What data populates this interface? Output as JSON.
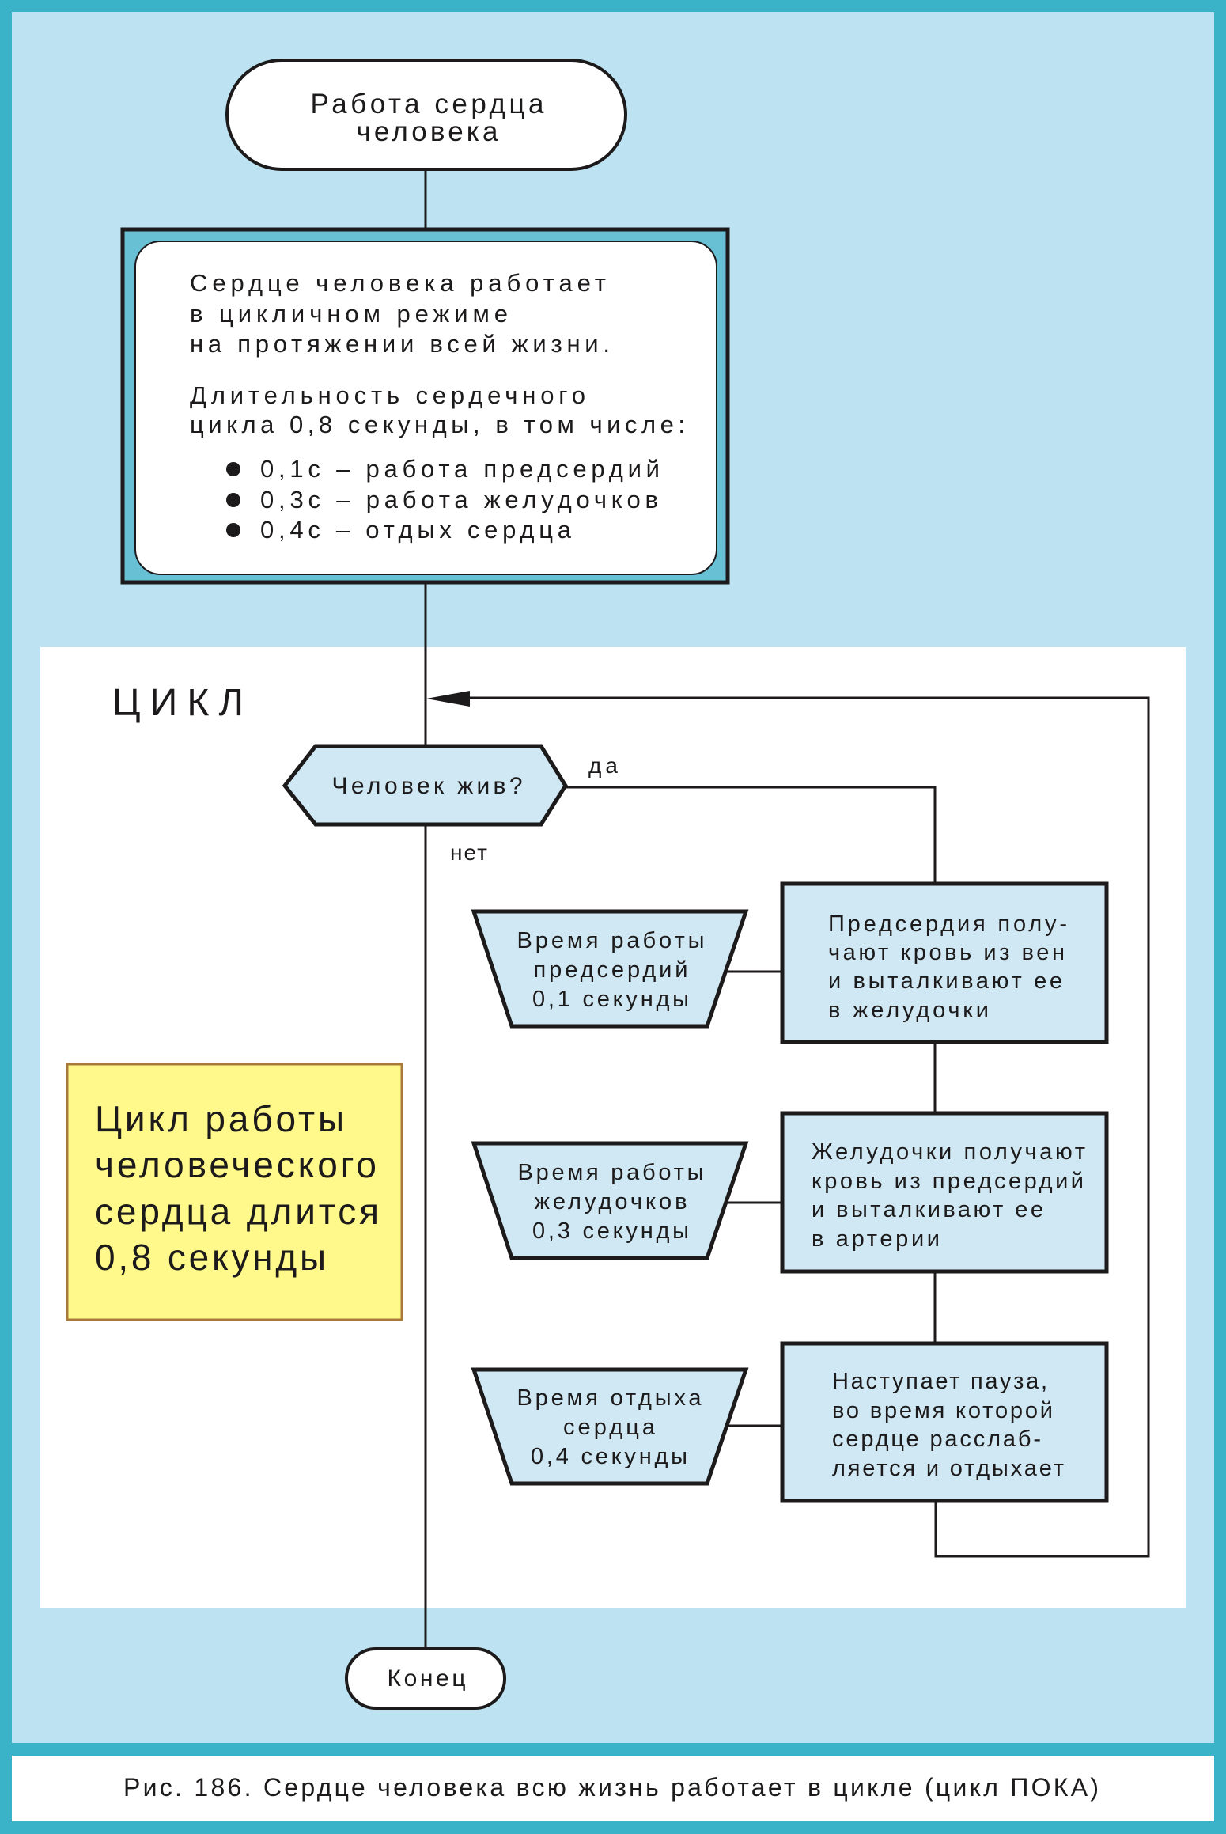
{
  "colors": {
    "frame": "#3ab3c8",
    "background": "#bde2f1",
    "loop_area": "#ffffff",
    "shape_fill": "#cfe8f4",
    "process_band": "#68c0d5",
    "note_fill": "#fff98c",
    "note_border": "#a87a3a",
    "ink": "#1c1a1a"
  },
  "start": {
    "lines": [
      "Работа сердца",
      "человека"
    ]
  },
  "intro": {
    "paragraph1": [
      "Сердце человека работает",
      "в цикличном режиме",
      "на протяжении всей жизни."
    ],
    "paragraph2": [
      "Длительность сердечного",
      "цикла 0,8 секунды, в том числе:"
    ],
    "bullets": [
      "0,1с – работа предсердий",
      "0,3с – работа желудочков",
      "0,4с – отдых сердца"
    ]
  },
  "loop": {
    "label": "ЦИКЛ",
    "condition": "Человек жив?",
    "yes_label": "да",
    "no_label": "нет",
    "steps": [
      {
        "time": [
          "Время работы",
          "предсердий",
          "0,1 секунды"
        ],
        "action": [
          "Предсердия полу-",
          "чают кровь из вен",
          "и выталкивают ее",
          "в желудочки"
        ]
      },
      {
        "time": [
          "Время работы",
          "желудочков",
          "0,3 секунды"
        ],
        "action": [
          "Желудочки получают",
          "кровь из предсердий",
          "и выталкивают ее",
          "в артерии"
        ]
      },
      {
        "time": [
          "Время отдыха",
          "сердца",
          "0,4 секунды"
        ],
        "action": [
          "Наступает пауза,",
          "во время которой",
          "сердце расслаб-",
          "ляется и отдыхает"
        ]
      }
    ]
  },
  "note": {
    "lines": [
      "Цикл работы",
      "человеческого",
      "сердца длится",
      "0,8 секунды"
    ]
  },
  "end": {
    "label": "Конец"
  },
  "caption": "Рис. 186. Сердце человека всю жизнь работает в цикле (цикл ПОКА)"
}
